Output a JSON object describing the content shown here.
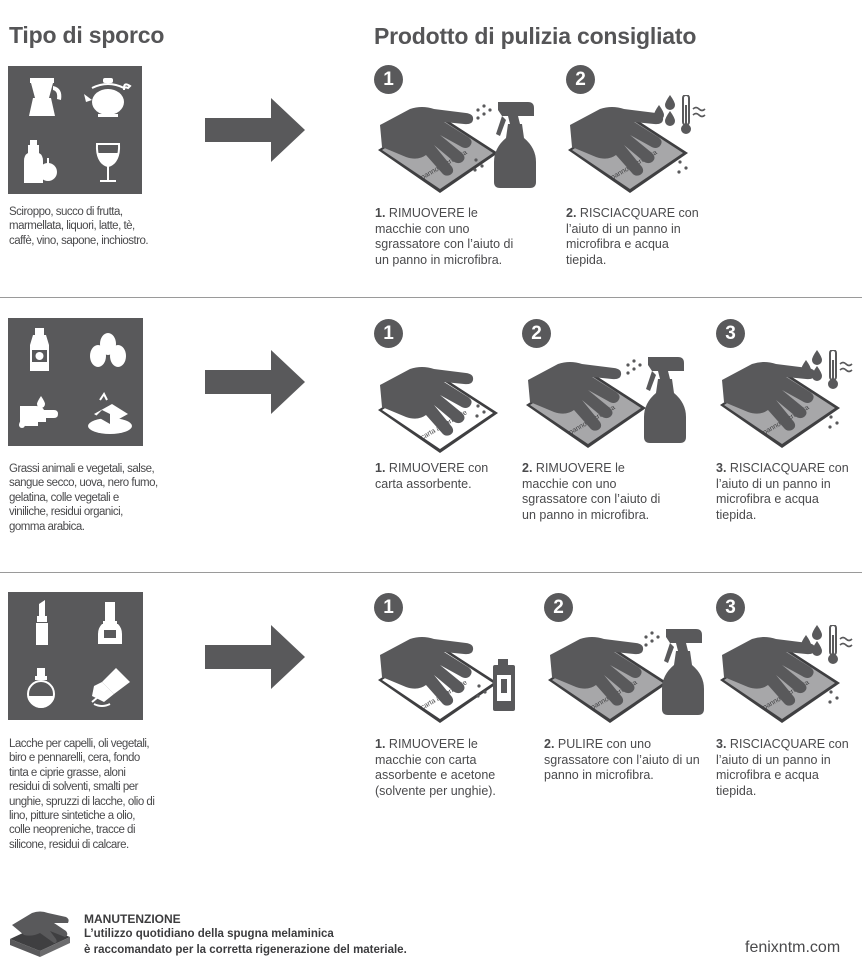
{
  "headers": {
    "left": "Tipo di sporco",
    "right": "Prodotto di pulizia consigliato"
  },
  "labels": {
    "microfibra": "panno microfibra",
    "carta": "carta assorbente"
  },
  "sections": [
    {
      "dirt_text": "Sciroppo, succo di frutta, marmellata, liquori, latte, tè, caffè, vino, sapone, inchiostro.",
      "icons": [
        "moka-pot-icon",
        "teapot-icon",
        "bottle-and-apple-icon",
        "wine-glass-icon"
      ],
      "steps": [
        {
          "num": "1",
          "bold": "1.",
          "text": "RIMUOVERE le macchie con uno sgrassatore con l’aiuto di un panno in microfibra."
        },
        {
          "num": "2",
          "bold": "2.",
          "text": "RISCIACQUARE con l’aiuto di un panno in microfibra e acqua tiepida."
        }
      ]
    },
    {
      "dirt_text": "Grassi animali e vegetali, salse, sangue secco, uova, nero fumo, gelatina, colle vegetali e viniliche, residui organici, gomma arabica.",
      "icons": [
        "sauce-bottle-icon",
        "eggs-icon",
        "cut-finger-icon",
        "cake-icon"
      ],
      "steps": [
        {
          "num": "1",
          "bold": "1.",
          "text": "RIMUOVERE con carta assorbente."
        },
        {
          "num": "2",
          "bold": "2.",
          "text": "RIMUOVERE le macchie con uno sgrassatore con l’aiuto di un panno in microfibra."
        },
        {
          "num": "3",
          "bold": "3.",
          "text": "RISCIACQUARE con l’aiuto di un panno in microfibra e acqua tiepida."
        }
      ]
    },
    {
      "dirt_text": "Lacche per capelli, oli vegetali, biro e pennarelli, cera, fondo tinta e ciprie grasse, aloni residui di solventi, smalti per unghie, spruzzi di lacche, olio di lino, pitture sintetiche a olio, colle neopreniche, tracce di silicone, residui di calcare.",
      "icons": [
        "lipstick-icon",
        "nail-polish-icon",
        "perfume-bottle-icon",
        "pen-nib-icon"
      ],
      "steps": [
        {
          "num": "1",
          "bold": "1.",
          "text": "RIMUOVERE le macchie con carta assorbente e acetone (solvente per unghie)."
        },
        {
          "num": "2",
          "bold": "2.",
          "text": "PULIRE con uno sgrassatore con l’aiuto di un panno in microfibra."
        },
        {
          "num": "3",
          "bold": "3.",
          "text": "RISCIACQUARE con l’aiuto di un panno in microfibra e acqua tiepida."
        }
      ]
    }
  ],
  "footer": {
    "title": "MANUTENZIONE",
    "line1": "L’utilizzo quotidiano della spugna melaminica",
    "line2": "è raccomandato per la corretta rigenerazione del materiale.",
    "site": "fenixntm.com"
  },
  "colors": {
    "dark": "#59595b",
    "cloth": "#a7a7a9",
    "text": "#4a4a4c",
    "rule": "#9a9a9a"
  }
}
